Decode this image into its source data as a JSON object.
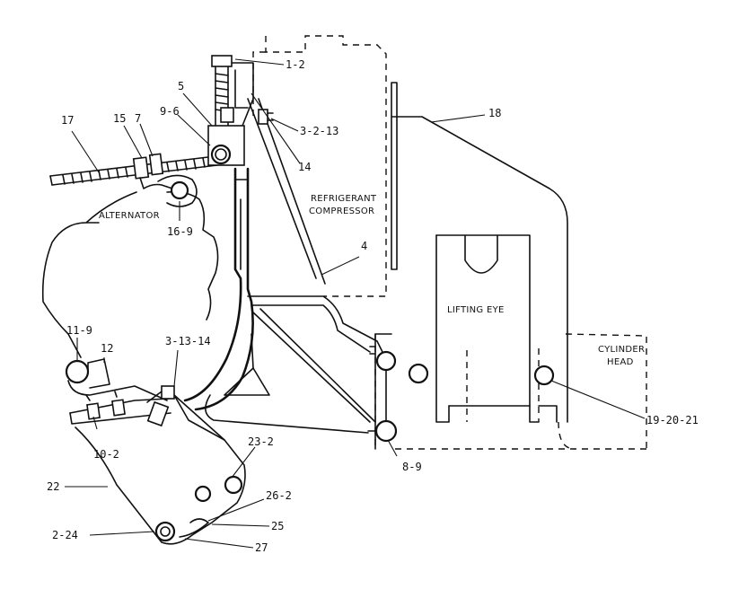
{
  "diagram": {
    "component_labels": {
      "refrigerant_compressor_line1": "REFRIGERANT",
      "refrigerant_compressor_line2": "COMPRESSOR",
      "alternator": "ALTERNATOR",
      "lifting_eye": "LIFTING EYE",
      "cylinder_head_line1": "CYLINDER",
      "cylinder_head_line2": "HEAD"
    },
    "callouts": {
      "c_1_2": "1-2",
      "c_5": "5",
      "c_9_6": "9-6",
      "c_3_2_13": "3-2-13",
      "c_18": "18",
      "c_17": "17",
      "c_15": "15",
      "c_7": "7",
      "c_14": "14",
      "c_16_9": "16-9",
      "c_4": "4",
      "c_11_9": "11-9",
      "c_12": "12",
      "c_3_13_14": "3-13-14",
      "c_10_2": "10-2",
      "c_19_20_21": "19-20-21",
      "c_8_9": "8-9",
      "c_23_2": "23-2",
      "c_22": "22",
      "c_26_2": "26-2",
      "c_25": "25",
      "c_2_24": "2-24",
      "c_27": "27"
    }
  }
}
